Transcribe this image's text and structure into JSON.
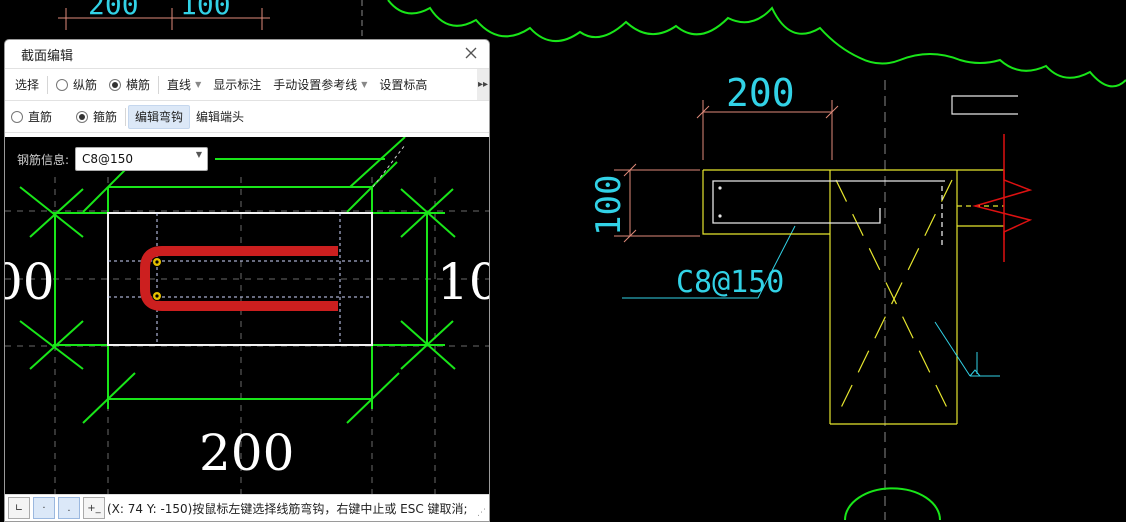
{
  "background_canvas": {
    "top_dims": [
      "200",
      "100"
    ],
    "dim_200": "200",
    "dim_100": "100",
    "rebar_label": "C8@150"
  },
  "dialog": {
    "title": "截面编辑",
    "toolbar1": {
      "select": "选择",
      "longitudinal": "纵筋",
      "transverse": "横筋",
      "line": "直线",
      "show_dims": "显示标注",
      "manual_ref": "手动设置参考线",
      "set_elevation": "设置标高"
    },
    "toolbar2": {
      "straight": "直筋",
      "stirrup": "箍筋",
      "edit_hook": "编辑弯钩",
      "edit_end": "编辑端头"
    },
    "canvas": {
      "rebar_info_label": "钢筋信息:",
      "rebar_info_value": "C8@150",
      "dim_bottom": "200",
      "dim_left": "00",
      "dim_right": "10"
    },
    "status": "(X: 74 Y: -150)按鼠标左键选择线筋弯钩，右键中止或 ESC 键取消;"
  },
  "colors": {
    "dim_green": "#19e619",
    "rebar_red": "#cc1f1f",
    "cad_yellow": "#e6e62e",
    "cad_cyan": "#32d2e6",
    "cad_pink": "#e08a7a"
  }
}
